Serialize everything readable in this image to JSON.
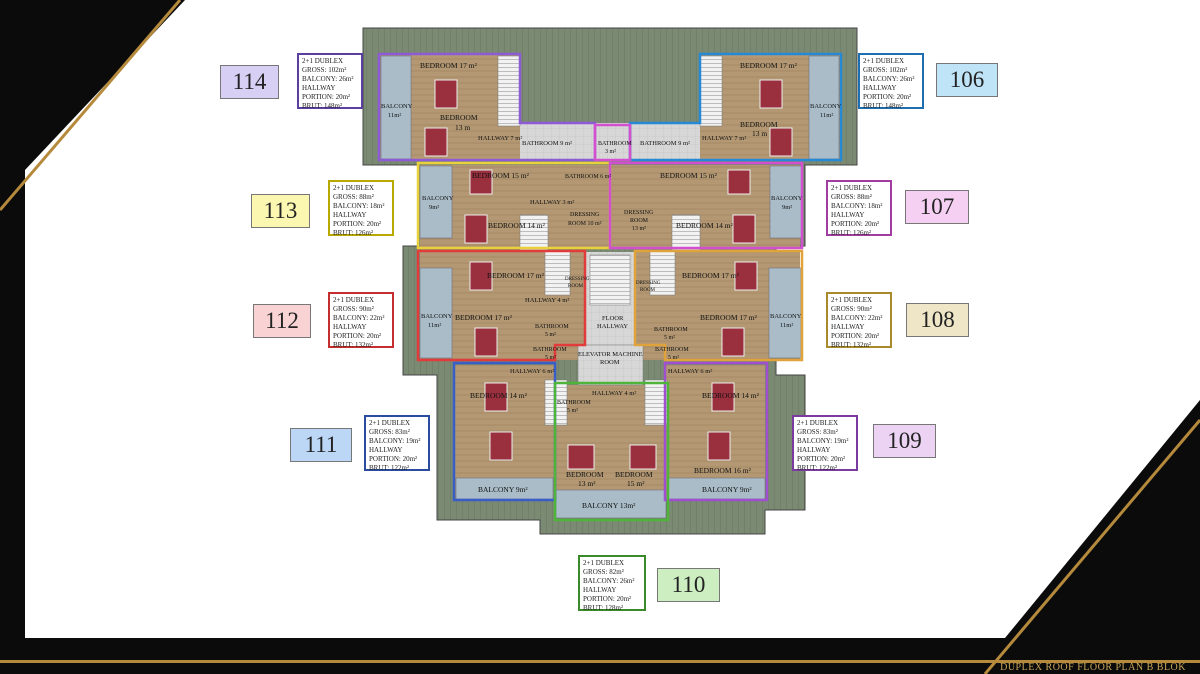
{
  "footer": {
    "title": "DUPLEX ROOF FLOOR PLAN  B BLOK"
  },
  "units": [
    {
      "id": "114",
      "color": "#d8cff5",
      "border": "#5b3fa0",
      "info": [
        "2+1 DUBLEX",
        "GROSS: 102m²",
        "BALCONY: 26m²",
        "HALLWAY",
        "PORTION: 20m²",
        "BRUT: 148m²"
      ]
    },
    {
      "id": "106",
      "color": "#bfe3f7",
      "border": "#1f6fb0",
      "info": [
        "2+1 DUBLEX",
        "GROSS: 102m²",
        "BALCONY: 26m²",
        "HALLWAY",
        "PORTION: 20m²",
        "BRUT: 148m²"
      ]
    },
    {
      "id": "113",
      "color": "#fbf6b0",
      "border": "#b8a800",
      "info": [
        "2+1 DUBLEX",
        "GROSS: 88m²",
        "BALCONY: 18m²",
        "HALLWAY",
        "PORTION: 20m²",
        "BRUT: 126m²"
      ]
    },
    {
      "id": "107",
      "color": "#f6d0f3",
      "border": "#a13ca0",
      "info": [
        "2+1 DUBLEX",
        "GROSS: 88m²",
        "BALCONY: 18m²",
        "HALLWAY",
        "PORTION: 20m²",
        "BRUT: 126m²"
      ]
    },
    {
      "id": "112",
      "color": "#f9d3d3",
      "border": "#c42e2e",
      "info": [
        "2+1 DUBLEX",
        "GROSS: 90m²",
        "BALCONY: 22m²",
        "HALLWAY",
        "PORTION: 20m²",
        "BRUT: 132m²"
      ]
    },
    {
      "id": "108",
      "color": "#efe6c8",
      "border": "#a88a2a",
      "info": [
        "2+1 DUBLEX",
        "GROSS: 90m²",
        "BALCONY: 22m²",
        "HALLWAY",
        "PORTION: 20m²",
        "BRUT: 132m²"
      ]
    },
    {
      "id": "111",
      "color": "#bcd6f5",
      "border": "#2b4c9e",
      "info": [
        "2+1 DUBLEX",
        "GROSS: 83m²",
        "BALCONY: 19m²",
        "HALLWAY",
        "PORTION: 20m²",
        "BRUT: 122m²"
      ]
    },
    {
      "id": "109",
      "color": "#ecd3f4",
      "border": "#7a3aa0",
      "info": [
        "2+1 DUBLEX",
        "GROSS: 83m²",
        "BALCONY: 19m²",
        "HALLWAY",
        "PORTION: 20m²",
        "BRUT: 122m²"
      ]
    },
    {
      "id": "110",
      "color": "#cdeec0",
      "border": "#3a8a2a",
      "info": [
        "2+1 DUBLEX",
        "GROSS: 82m²",
        "BALCONY: 26m²",
        "HALLWAY",
        "PORTION: 20m²",
        "BRUT: 128m²"
      ]
    }
  ],
  "rooms": {
    "r114_bed17": "BEDROOM 17 m²",
    "r114_bed13a": "BEDROOM",
    "r114_bed13b": "13 m",
    "r114_balcony_a": "BALCONY",
    "r114_balcony_b": "11m²",
    "r114_hall": "HALLWAY 7 m²",
    "r114_bath": "BATHROOM 9 m²",
    "r106_bed17": "BEDROOM 17 m²",
    "r106_bed13a": "BEDROOM",
    "r106_bed13b": "13 m",
    "r106_balcony_a": "BALCONY",
    "r106_balcony_b": "11m²",
    "r106_hall": "HALLWAY 7 m²",
    "r106_bath": "BATHROOM 9 m²",
    "r_bath_center": "BATHROOM",
    "r_bath_center_b": "3 m²",
    "r113_bed15": "BEDROOM 15 m²",
    "r113_bed14": "BEDROOM 14 m²",
    "r113_balcony_a": "BALCONY",
    "r113_balcony_b": "9m²",
    "r113_hall": "HALLWAY 3 m²",
    "r113_bath": "BATHROOM 6 m²",
    "r113_dress_a": "DRESSING",
    "r113_dress_b": "ROOM 10 m²",
    "r107_bed15": "BEDROOM 15 m²",
    "r107_bed14": "BEDROOM 14 m²",
    "r107_balcony_a": "BALCONY",
    "r107_balcony_b": "9m²",
    "r107_dress_a": "DRESSING",
    "r107_dress_b": "ROOM",
    "r107_dress_c": "13 m²",
    "r112_bed17a": "BEDROOM 17 m²",
    "r112_bed17b": "BEDROOM 17 m²",
    "r112_balcony_a": "BALCONY",
    "r112_balcony_b": "11m²",
    "r112_hall": "HALLWAY 4 m²",
    "r112_dress_a": "DRESSING",
    "r112_dress_b": "ROOM",
    "r112_bath_a": "BATHROOM",
    "r112_bath_b": "5 m²",
    "r108_bed17a": "BEDROOM 17 m²",
    "r108_bed17b": "BEDROOM 17 m²",
    "r108_balcony_a": "BALCONY",
    "r108_balcony_b": "11m²",
    "r108_dress_a": "DRESSING",
    "r108_dress_b": "ROOM",
    "r108_bath_a": "BATHROOM",
    "r108_bath_b": "5 m²",
    "r_floor_hall_a": "FLOOR",
    "r_floor_hall_b": "HALLWAY",
    "r_elev_a": "ELEVATOR MACHINE",
    "r_elev_b": "ROOM",
    "r111_bath_a": "BATHROOM",
    "r111_bath_b": "5 m²",
    "r111_hall": "HALLWAY 6 m²",
    "r111_bed14": "BEDROOM 14 m²",
    "r111_balcony": "BALCONY 9m²",
    "r109_bath_a": "BATHROOM",
    "r109_bath_b": "5 m²",
    "r109_hall": "HALLWAY 6 m²",
    "r109_bed14": "BEDROOM 14 m²",
    "r109_bed16": "BEDROOM 16 m²",
    "r109_balcony": "BALCONY 9m²",
    "r110_bath_a": "BATHROOM",
    "r110_bath_b": "5 m²",
    "r110_hall": "HALLWAY 4 m²",
    "r110_bed13a": "BEDROOM",
    "r110_bed13b": "13 m²",
    "r110_bed15a": "BEDROOM",
    "r110_bed15b": "15 m²",
    "r110_balcony": "BALCONY 13m²"
  }
}
